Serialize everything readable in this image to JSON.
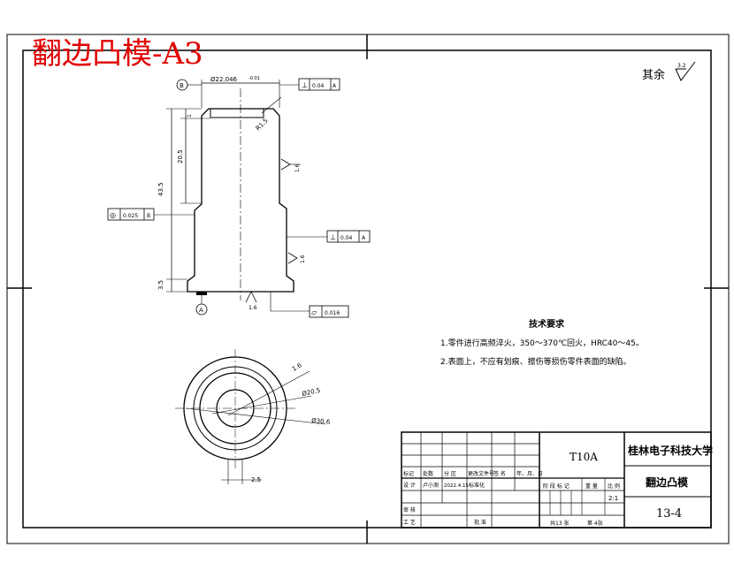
{
  "drawing": {
    "header_title": "翻边凸模-A3",
    "surface_note": "其余",
    "surface_note_value": "3.2",
    "datum_b": "B",
    "datum_a": "A"
  },
  "dimensions": {
    "top_diameter": "Ø22.046",
    "top_diameter_tol": "-0.01",
    "chamfer_top": "R1.5",
    "top_height": "1",
    "upper_length": "20.5",
    "total_length": "43.5",
    "base_height": "3.5",
    "circle_r1": "1.6",
    "circle_d1": "Ø20.5",
    "circle_d2": "Ø30.6",
    "bottom_width": "2.5"
  },
  "tolerances": {
    "perpendicular_top": {
      "symbol": "⊥",
      "value": "0.04",
      "datum": "A"
    },
    "perpendicular_side": {
      "symbol": "⊥",
      "value": "0.04",
      "datum": "A"
    },
    "coaxial": {
      "symbol": "◎",
      "value": "0.025",
      "datum": "B"
    },
    "flatness": {
      "symbol": "▱",
      "value": "0.016"
    }
  },
  "roughness": {
    "r1": "1.6",
    "r2": "1.6",
    "r3": "1.6"
  },
  "technical_requirements": {
    "title": "技术要求",
    "items": [
      "1.零件进行高频淬火，350～370℃回火，HRC40～45。",
      "2.表面上，不应有划痕、擦伤等损伤零件表面的缺陷。"
    ]
  },
  "title_block": {
    "material": "T10A",
    "university": "桂林电子科技大学",
    "part_name": "翻边凸模",
    "drawing_number": "13-4",
    "scale": "2:1",
    "sheets": "共13 张",
    "sheet_no": "第 4张",
    "row_labels": {
      "mark": "标记",
      "count": "处数",
      "zone": "分 区",
      "doc": "更改文件号",
      "sign": "签 名",
      "date": "年、月、日",
      "design": "设 计",
      "designer": "卢小测",
      "design_date": "2022.4.15",
      "standard": "标准化",
      "review": "审 核",
      "process": "工 艺",
      "approve": "批 准",
      "stage": "阶 段 标 记",
      "weight": "重 量",
      "ratio": "比 例"
    }
  }
}
